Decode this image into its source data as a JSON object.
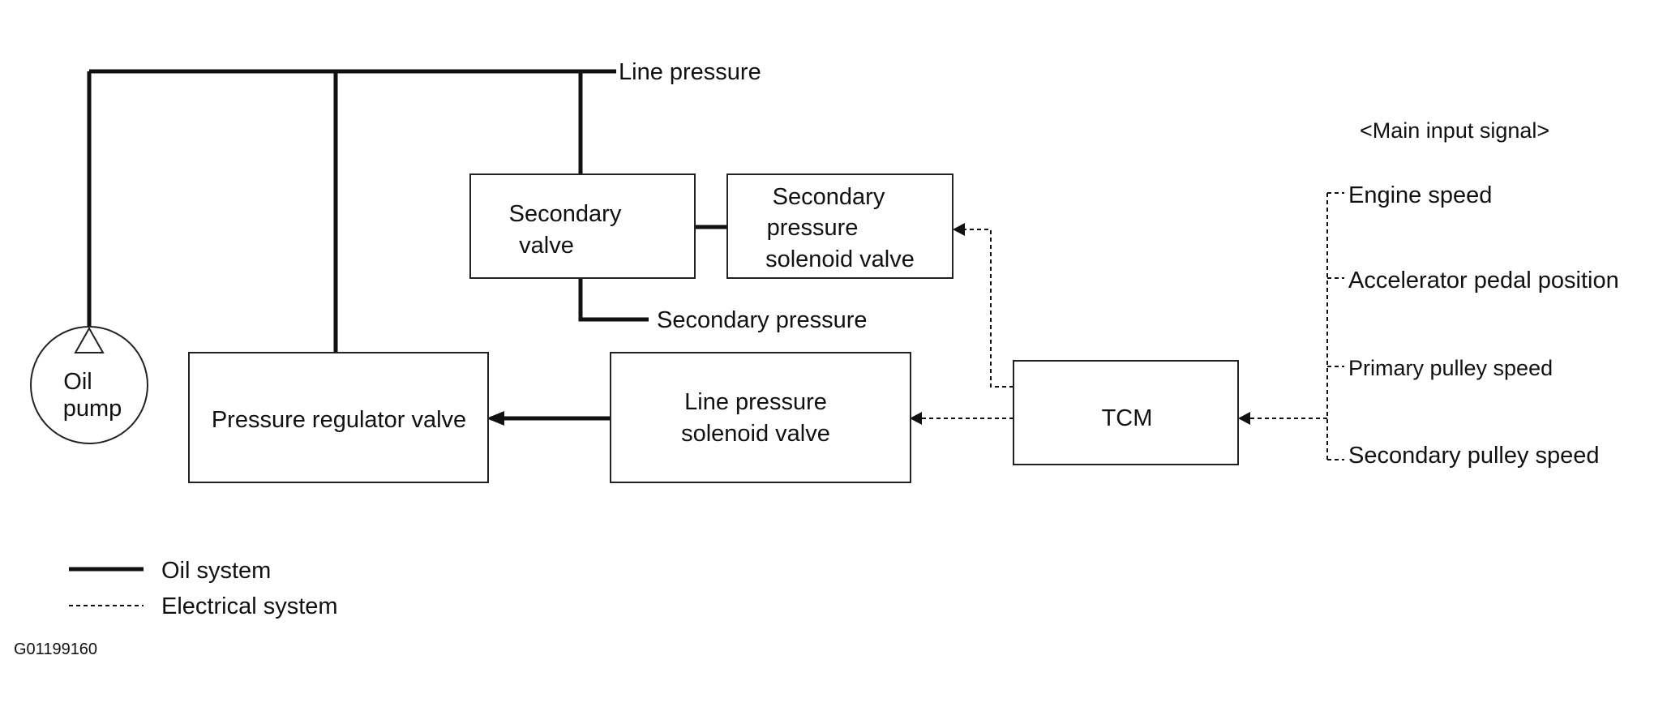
{
  "diagram": {
    "line_pressure": "Line pressure",
    "secondary_pressure": "Secondary pressure",
    "main_input_header": "<Main input signal>",
    "inputs": [
      "Engine speed",
      "Accelerator pedal position",
      "Primary pulley speed",
      "Secondary pulley speed"
    ],
    "oil_pump": [
      "Oil",
      "pump"
    ],
    "secondary_valve": [
      "Secondary",
      "valve"
    ],
    "secondary_solenoid": [
      "Secondary",
      "pressure",
      "solenoid valve"
    ],
    "pressure_regulator": "Pressure regulator valve",
    "line_pressure_solenoid": [
      "Line pressure",
      "solenoid valve"
    ],
    "tcm": "TCM"
  },
  "legend": {
    "oil_system": "Oil system",
    "electrical_system": "Electrical system"
  },
  "figure_code": "G01199160"
}
